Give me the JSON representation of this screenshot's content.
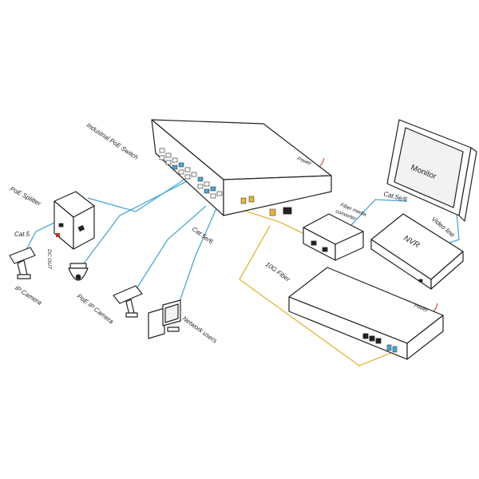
{
  "labels": {
    "industrial_poe_switch": "Industrial PoE Switch",
    "power_top": "Power",
    "power_bottom": "Power",
    "poe_splitter": "PoE Splitter",
    "cat5": "Cat.5",
    "dc_out": "DC OUT",
    "ip_camera": "IP Camera",
    "poe_ip_camera": "PoE IP Camera",
    "network_users": "Network users",
    "cat5e6_left": "Cat.5e/6",
    "cat5e6_right": "Cat.5e/6",
    "fiber_media_converter_1": "Fiber media",
    "fiber_media_converter_2": "converter",
    "fiber_10g": "10G Fiber",
    "monitor": "Monitor",
    "nvr": "NVR",
    "video_line": "Video line"
  },
  "colors": {
    "ethernet_cable": "#4aa8d8",
    "fiber_cable": "#e8b53a",
    "power_cable": "#c03030",
    "outline": "#222222"
  },
  "icons": {
    "switch": "industrial-poe-switch-icon",
    "splitter": "poe-splitter-icon",
    "ip_camera": "bullet-camera-icon",
    "poe_camera": "dome-camera-icon",
    "computer": "desktop-computer-icon",
    "converter": "fiber-media-converter-icon",
    "monitor": "monitor-icon",
    "nvr": "nvr-icon",
    "fiber_switch": "fiber-switch-icon"
  }
}
